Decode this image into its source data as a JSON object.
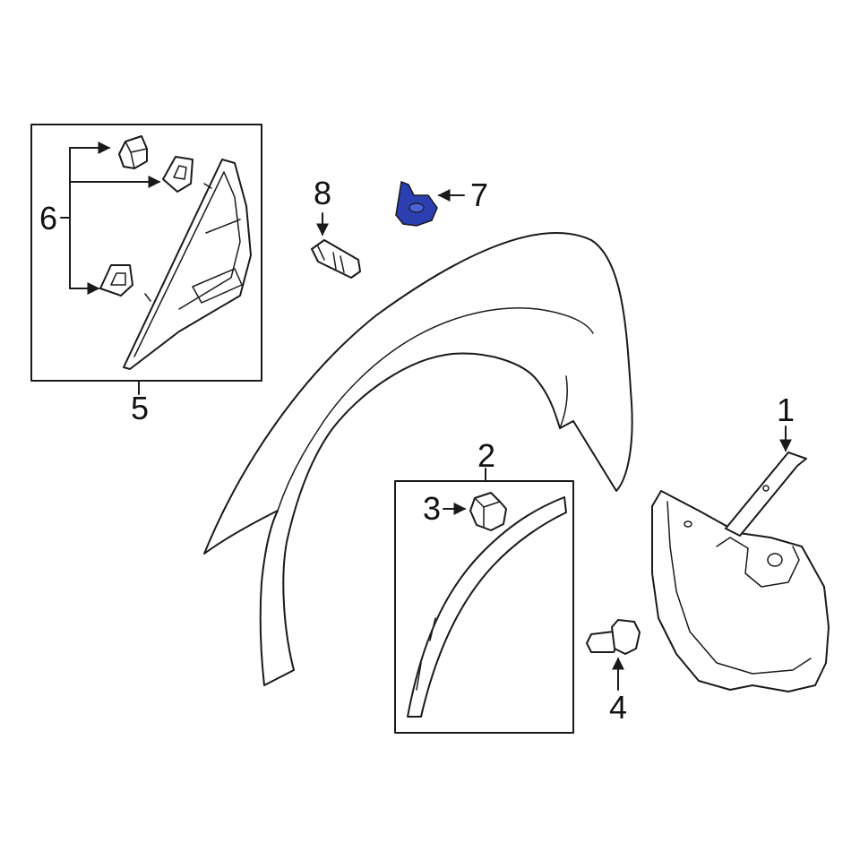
{
  "callouts": {
    "c1": "1",
    "c2": "2",
    "c3": "3",
    "c4": "4",
    "c5": "5",
    "c6": "6",
    "c7": "7",
    "c8": "8"
  },
  "colors": {
    "line": "#1a1a1a",
    "highlight": "#2b3fb0",
    "background": "#ffffff"
  }
}
